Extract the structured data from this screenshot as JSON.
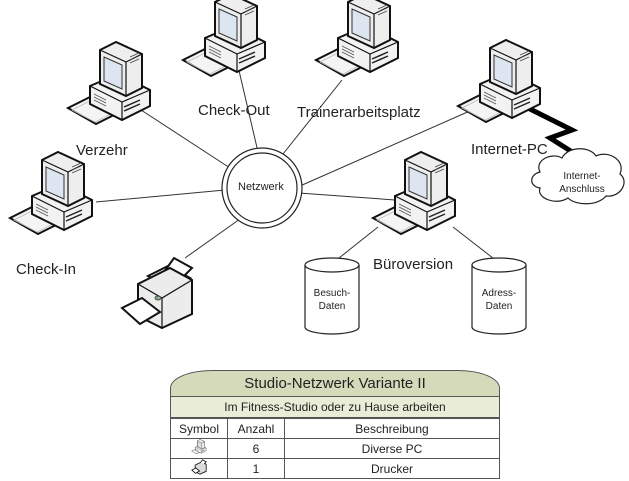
{
  "network": {
    "hub_label": "Netzwerk",
    "nodes": [
      {
        "id": "verzehr",
        "label": "Verzehr",
        "icon": "pc-icon"
      },
      {
        "id": "check-out",
        "label": "Check-Out",
        "icon": "pc-icon"
      },
      {
        "id": "trainer",
        "label": "Trainerarbeitsplatz",
        "icon": "pc-icon"
      },
      {
        "id": "internet-pc",
        "label": "Internet-PC",
        "icon": "pc-icon"
      },
      {
        "id": "check-in",
        "label": "Check-In",
        "icon": "pc-icon"
      },
      {
        "id": "bueroversion",
        "label": "Büroversion",
        "icon": "pc-icon"
      },
      {
        "id": "printer",
        "label": "",
        "icon": "printer-icon"
      }
    ],
    "internet": {
      "line1": "Internet-",
      "line2": "Anschluss"
    },
    "databases": [
      {
        "line1": "Besuch-",
        "line2": "Daten"
      },
      {
        "line1": "Adress-",
        "line2": "Daten"
      }
    ]
  },
  "legend": {
    "title": "Studio-Netzwerk Variante II",
    "subtitle": "Im Fitness-Studio oder zu Hause arbeiten",
    "headers": [
      "Symbol",
      "Anzahl",
      "Beschreibung"
    ],
    "rows": [
      {
        "symbol": "pc-icon",
        "count": "6",
        "description": "Diverse PC"
      },
      {
        "symbol": "printer-icon",
        "count": "1",
        "description": "Drucker"
      }
    ]
  },
  "colors": {
    "title_bg": "#d5dbba",
    "subtitle_bg": "#e9edd7",
    "line": "#333333"
  }
}
